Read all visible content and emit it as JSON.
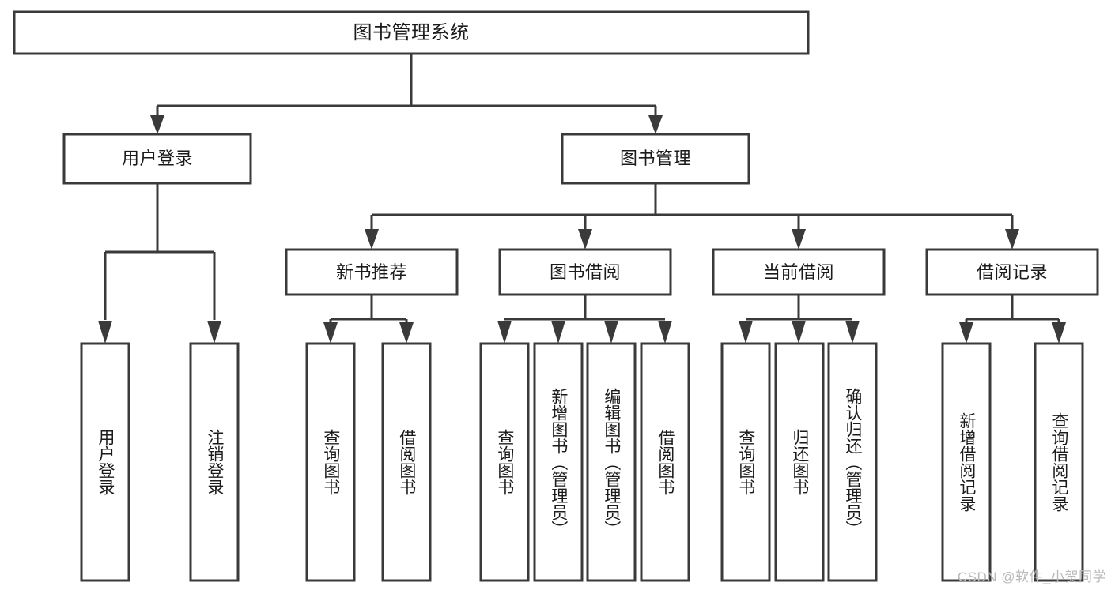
{
  "diagram": {
    "type": "tree-hierarchy-chart",
    "title": "图书管理系统",
    "orientation": "top-down",
    "colors": {
      "box_stroke": "#3a3a3a",
      "box_fill": "#ffffff",
      "connector": "#3a3a3a",
      "text": "#1b1b1b",
      "background": "#ffffff",
      "watermark": "#b9b9b9"
    },
    "levels": [
      {
        "level": 1,
        "nodes": [
          {
            "id": "root",
            "label": "图书管理系统",
            "orientation": "horizontal"
          }
        ]
      },
      {
        "level": 2,
        "nodes": [
          {
            "id": "user-login",
            "label": "用户登录",
            "orientation": "horizontal"
          },
          {
            "id": "book-admin",
            "label": "图书管理",
            "orientation": "horizontal"
          }
        ]
      },
      {
        "level": 3,
        "nodes": [
          {
            "id": "new-book-rec",
            "label": "新书推荐",
            "orientation": "horizontal"
          },
          {
            "id": "book-borrow",
            "label": "图书借阅",
            "orientation": "horizontal"
          },
          {
            "id": "current-borrow",
            "label": "当前借阅",
            "orientation": "horizontal"
          },
          {
            "id": "borrow-record",
            "label": "借阅记录",
            "orientation": "horizontal"
          }
        ]
      },
      {
        "level": 4,
        "nodes": [
          {
            "id": "leaf-user-login",
            "label": "用户登录",
            "orientation": "vertical",
            "parent": "user-login"
          },
          {
            "id": "leaf-user-logout",
            "label": "注销登录",
            "orientation": "vertical",
            "parent": "user-login"
          },
          {
            "id": "leaf-rec-query",
            "label": "查询图书",
            "orientation": "vertical",
            "parent": "new-book-rec"
          },
          {
            "id": "leaf-rec-borrow",
            "label": "借阅图书",
            "orientation": "vertical",
            "parent": "new-book-rec"
          },
          {
            "id": "leaf-borrow-query",
            "label": "查询图书",
            "orientation": "vertical",
            "parent": "book-borrow"
          },
          {
            "id": "leaf-borrow-add",
            "label": "新增图书（管理员）",
            "orientation": "vertical",
            "parent": "book-borrow"
          },
          {
            "id": "leaf-borrow-edit",
            "label": "编辑图书（管理员）",
            "orientation": "vertical",
            "parent": "book-borrow"
          },
          {
            "id": "leaf-borrow-lend",
            "label": "借阅图书",
            "orientation": "vertical",
            "parent": "book-borrow"
          },
          {
            "id": "leaf-cur-query",
            "label": "查询图书",
            "orientation": "vertical",
            "parent": "current-borrow"
          },
          {
            "id": "leaf-cur-return",
            "label": "归还图书",
            "orientation": "vertical",
            "parent": "current-borrow"
          },
          {
            "id": "leaf-cur-confirm",
            "label": "确认归还（管理员）",
            "orientation": "vertical",
            "parent": "current-borrow"
          },
          {
            "id": "leaf-rec-add",
            "label": "新增借阅记录",
            "orientation": "vertical",
            "parent": "borrow-record"
          },
          {
            "id": "leaf-rec-search",
            "label": "查询借阅记录",
            "orientation": "vertical",
            "parent": "borrow-record"
          }
        ]
      }
    ]
  },
  "watermark": {
    "text": "CSDN @软件_小贺同学"
  }
}
